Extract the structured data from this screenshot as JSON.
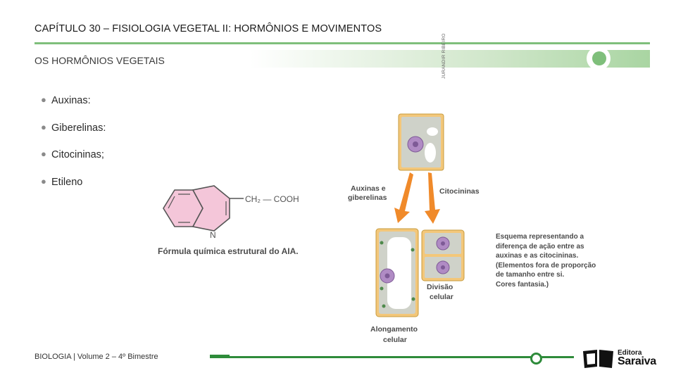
{
  "header": {
    "chapter_title": "CAPÍTULO 30 – FISIOLOGIA VEGETAL II: HORMÔNIOS E MOVIMENTOS",
    "section_title": "OS HORMÔNIOS VEGETAIS"
  },
  "bullets": [
    "Auxinas:",
    "Giberelinas:",
    "Citocininas;",
    "Etileno"
  ],
  "aia_figure": {
    "substituent": "CH₂ — COOH",
    "ring_atom": "N",
    "caption": "Fórmula química estrutural do AIA."
  },
  "cell_figure": {
    "credit": "JURANDIR RIBEIRO",
    "label_auxinas_line1": "Auxinas e",
    "label_auxinas_line2": "giberelinas",
    "label_citocininas": "Citocininas",
    "label_divisao_line1": "Divisão",
    "label_divisao_line2": "celular",
    "label_alongamento_line1": "Alongamento",
    "label_alongamento_line2": "celular",
    "scheme_note": [
      "Esquema representando a",
      "diferença de ação entre as",
      "auxinas e as citocininas.",
      "(Elementos fora de proporção",
      "de tamanho entre si.",
      "Cores fantasia.)"
    ]
  },
  "footer": {
    "label": "BIOLOGIA  | Volume 2 – 4º Bimestre",
    "logo_top": "Editora",
    "logo_bottom": "Saraiva"
  },
  "colors": {
    "accent_green": "#7fbf7b",
    "footer_green": "#2e8b3a",
    "ring_fill": "#f4c6d9",
    "arrow_orange": "#f08a2a",
    "cell_wall": "#f3c77a"
  }
}
